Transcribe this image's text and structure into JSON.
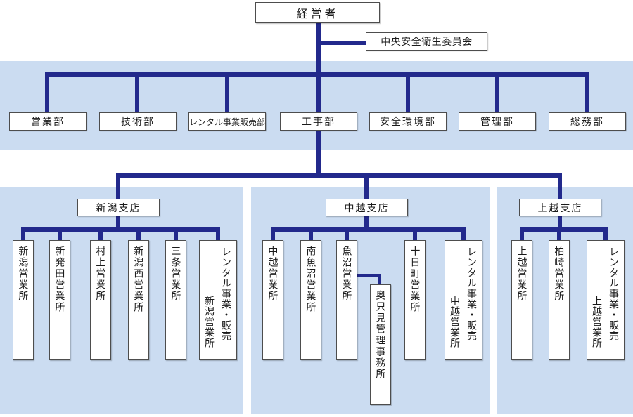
{
  "root": {
    "label": "経営者"
  },
  "committee": {
    "label": "中央安全衛生委員会"
  },
  "departments": [
    "営業部",
    "技術部",
    "レンタル事業販売部",
    "工事部",
    "安全環境部",
    "管理部",
    "総務部"
  ],
  "branches": [
    {
      "label": "新潟支店",
      "offices": [
        "新潟営業所",
        "新発田営業所",
        "村上営業所",
        "新潟西営業所",
        "三条営業所"
      ],
      "rental_line1": "レンタル事業・販売",
      "rental_line2": "新潟営業所"
    },
    {
      "label": "中越支店",
      "offices": [
        "中越営業所",
        "南魚沼営業所",
        "魚沼営業所",
        "十日町営業所"
      ],
      "sub_office": "奥只見管理事務所",
      "rental_line1": "レンタル事業・販売",
      "rental_line2": "中越営業所"
    },
    {
      "label": "上越支店",
      "offices": [
        "上越営業所",
        "柏崎営業所"
      ],
      "rental_line1": "レンタル事業・販売",
      "rental_line2": "上越営業所"
    }
  ],
  "colors": {
    "connector_line": "#22298c",
    "panel_background": "#cbdcf1",
    "box_border": "#4d4d4d",
    "box_background": "#ffffff"
  }
}
